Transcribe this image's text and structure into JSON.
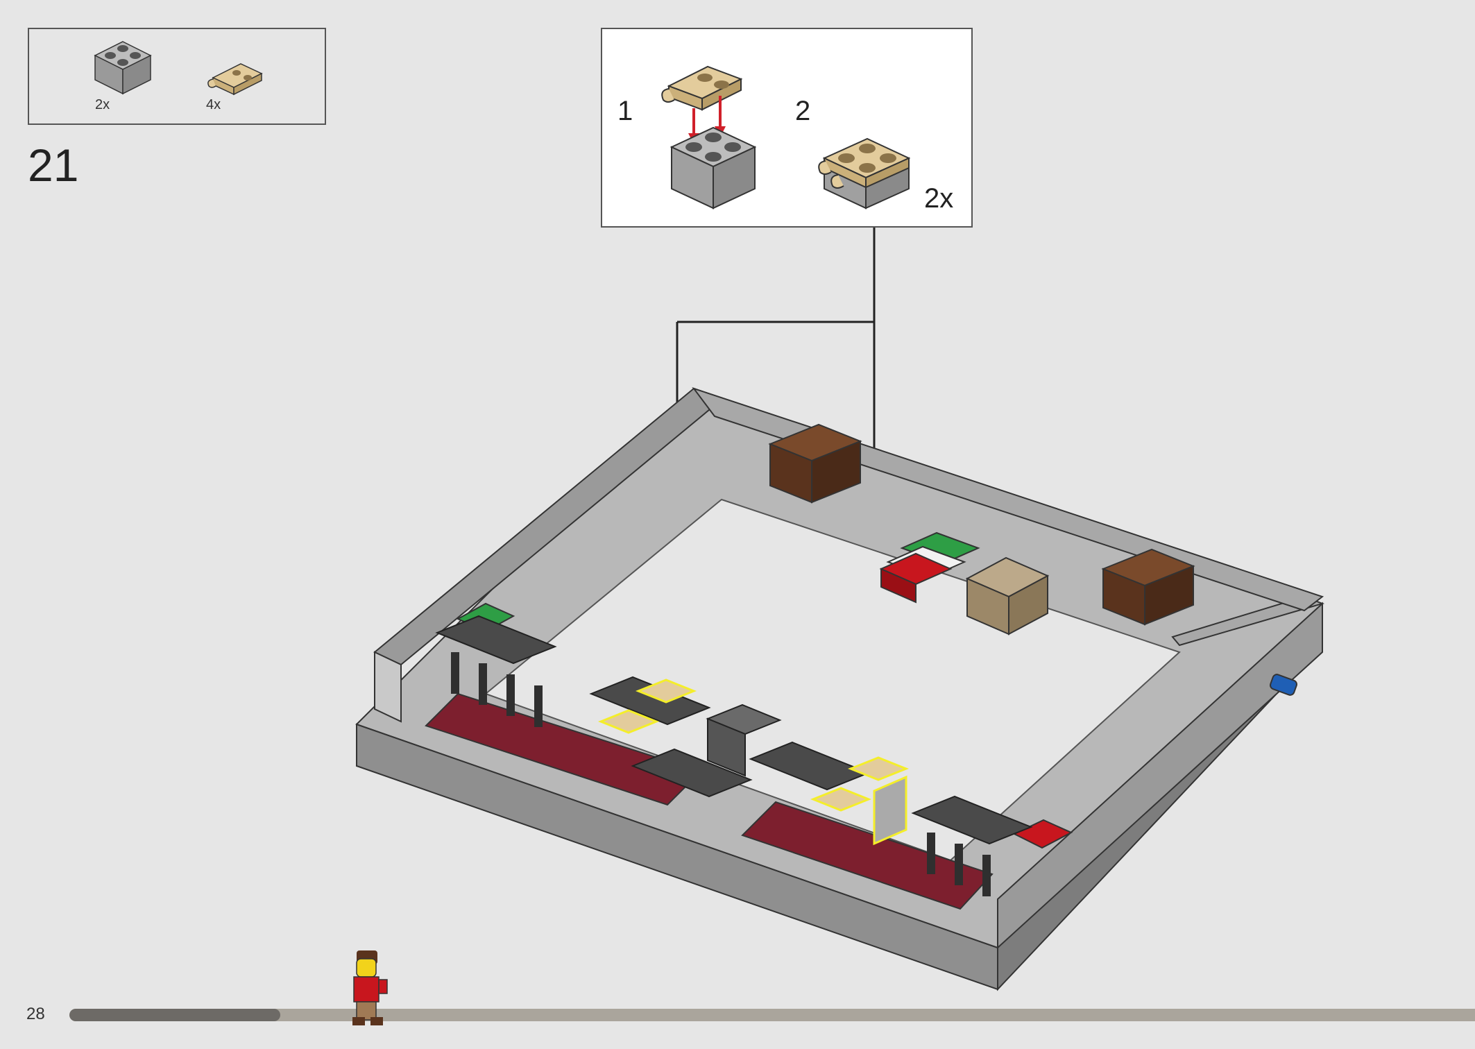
{
  "parts_list": {
    "items": [
      {
        "icon": "gray-2x2-brick-icon",
        "quantity": "2x"
      },
      {
        "icon": "tan-plate-with-clips-icon",
        "quantity": "4x"
      }
    ]
  },
  "step": {
    "number": "21"
  },
  "sub_assembly": {
    "step1_label": "1",
    "step2_label": "2",
    "multiplier": "2x"
  },
  "footer": {
    "page_number": "28",
    "progress": 0.15
  },
  "colors": {
    "background": "#e6e6e6",
    "tan": "#d9c08f",
    "light-gray": "#a9a9a9",
    "dark-gray": "#4a4a4a",
    "dark-red": "#7d1f2e",
    "arrow-red": "#d0202a",
    "highlight-yellow": "#f4ee2a"
  }
}
